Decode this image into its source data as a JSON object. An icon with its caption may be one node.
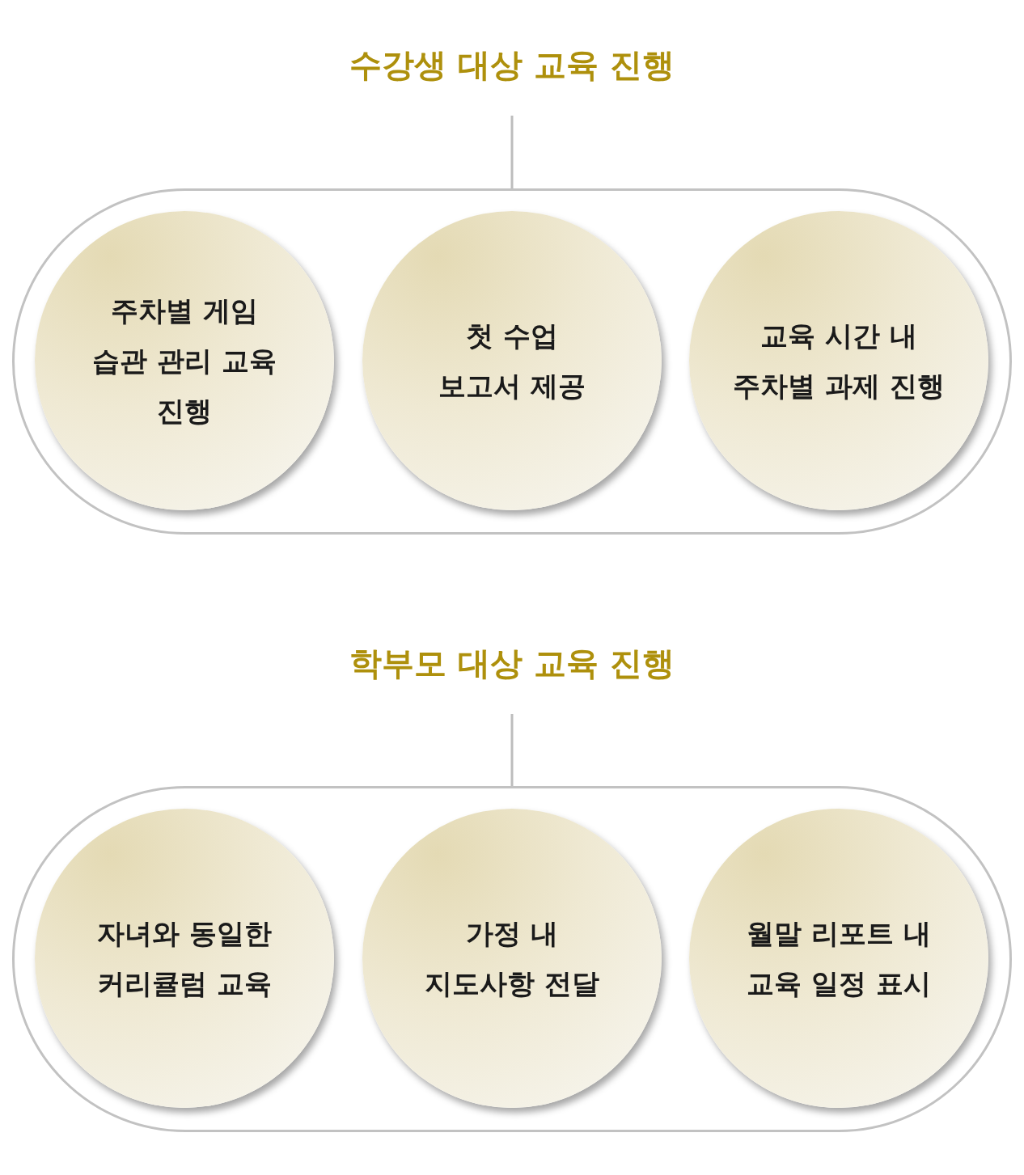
{
  "diagram": {
    "nodes": [
      {
        "text": [
          "수강생 대상 교육 진행"
        ]
      },
      {
        "text": [],
        "shape": "box"
      },
      {
        "text": [
          "주차별 게임 습관 관리 교육 진행"
        ],
        "in": 1
      },
      {
        "text": [
          "첫 수업 보고서 제공"
        ],
        "in": 1
      },
      {
        "text": [
          "교육 시간 내 주차별 과제 진행"
        ],
        "in": 1
      },
      {
        "text": [
          "학부모 대상 교육 진행"
        ]
      },
      {
        "text": [],
        "shape": "box"
      },
      {
        "text": [
          "자녀와 동일한 커리큘럼 교육"
        ],
        "in": 6
      },
      {
        "text": [
          "가정 내 지도사항 전달"
        ],
        "in": 6
      },
      {
        "text": [
          "월말 리포트 내 교육 일정 표시"
        ],
        "in": 6
      }
    ],
    "edges": [
      {
        "from": 0,
        "to": 1,
        "arrow": "none"
      },
      {
        "from": 5,
        "to": 6,
        "arrow": "none"
      }
    ]
  }
}
